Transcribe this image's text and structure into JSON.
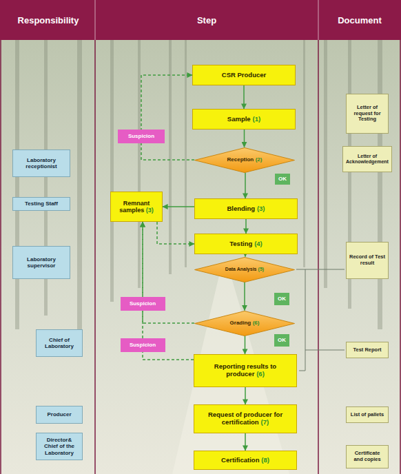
{
  "diagram": {
    "nodes": [
      {
        "text": [
          "CSR Producer"
        ]
      },
      {
        "text": [
          "Letter of request for Testing"
        ]
      },
      {
        "text": [
          "Sample",
          "(1)"
        ]
      },
      {
        "text": [
          "Suspicion"
        ]
      },
      {
        "text": [
          "Laboratory receptionist"
        ]
      },
      {
        "text": [
          "Reception",
          "(2)"
        ]
      },
      {
        "text": [
          "Letter of Acknowledgement"
        ]
      },
      {
        "text": [
          "OK"
        ]
      },
      {
        "text": [
          "Testing Staff"
        ]
      },
      {
        "text": [
          "Remnant samples",
          "(3)"
        ]
      },
      {
        "text": [
          "Blending",
          "(3)"
        ]
      },
      {
        "text": [
          "Testing",
          "(4)"
        ]
      },
      {
        "text": [
          "Laboratory supervisor"
        ]
      },
      {
        "text": [
          "Record of Test result"
        ]
      },
      {
        "text": [
          "Data Analysis",
          "(5)"
        ]
      },
      {
        "text": [
          "OK"
        ]
      },
      {
        "text": [
          "Suspicion"
        ]
      },
      {
        "text": [
          "Grading",
          "(6)"
        ]
      },
      {
        "text": [
          "OK"
        ]
      },
      {
        "text": [
          "Chief of Laboratory"
        ]
      },
      {
        "text": [
          "Suspicion"
        ]
      },
      {
        "text": [
          "Test Report"
        ]
      },
      {
        "text": [
          "Reporting results to producer",
          "(6)"
        ]
      },
      {
        "text": [
          "Producer"
        ]
      },
      {
        "text": [
          "Request of producer for certification",
          "(7)"
        ]
      },
      {
        "text": [
          "List of pallets"
        ]
      },
      {
        "text": [
          "Director& Chief of the Laboratory"
        ]
      },
      {
        "text": [
          "Certificate and copies"
        ]
      },
      {
        "text": [
          "Certification",
          "(8)"
        ]
      }
    ],
    "edges": [
      {
        "from": 0,
        "to": 2,
        "arrow": "to"
      },
      {
        "from": 2,
        "to": 5,
        "arrow": "to"
      },
      {
        "from": 5,
        "to": 0,
        "arrow": "to"
      },
      {
        "from": 5,
        "to": 10,
        "arrow": "to"
      },
      {
        "from": 10,
        "to": 9,
        "arrow": "to"
      },
      {
        "from": 9,
        "to": 11,
        "arrow": "to"
      },
      {
        "from": 10,
        "to": 11,
        "arrow": "to"
      },
      {
        "from": 11,
        "to": 14,
        "arrow": "to"
      },
      {
        "from": 14,
        "to": 17,
        "arrow": "to"
      },
      {
        "from": 17,
        "to": 22,
        "arrow": "to"
      },
      {
        "from": 17,
        "to": 9,
        "arrow": "to"
      },
      {
        "from": 22,
        "to": 9,
        "arrow": "to"
      },
      {
        "from": 22,
        "to": 24,
        "arrow": "to"
      },
      {
        "from": 24,
        "to": 28,
        "arrow": "to"
      }
    ],
    "labels": [
      "Responsibility",
      "Step",
      "Document"
    ]
  }
}
